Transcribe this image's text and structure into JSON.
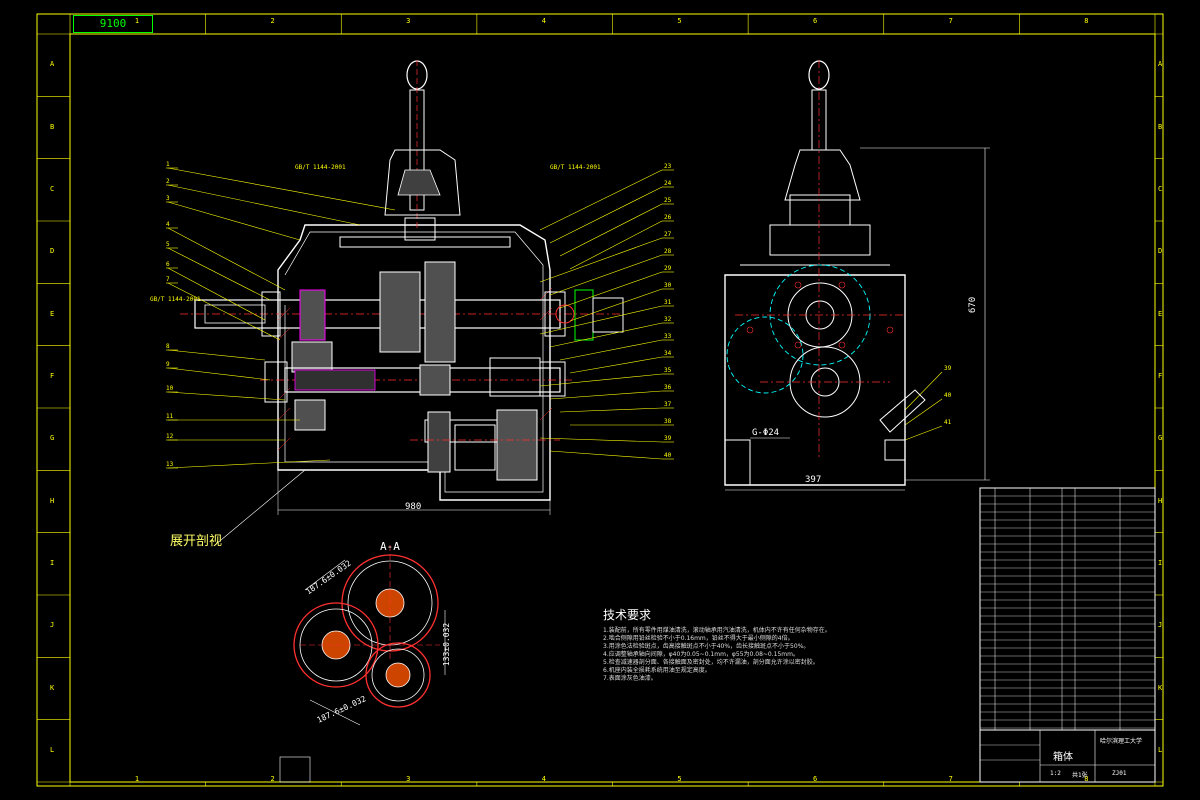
{
  "drawing": {
    "stamp": "9100",
    "view_label": "展开剖视",
    "section_label": "A-A",
    "border_cols": [
      "1",
      "2",
      "3",
      "4",
      "5",
      "6",
      "7",
      "8"
    ],
    "border_rows": [
      "A",
      "B",
      "C",
      "D",
      "E",
      "F",
      "G",
      "H",
      "I",
      "J",
      "K",
      "L"
    ],
    "dimensions": {
      "main_width": "980",
      "side_width": "397",
      "side_height": "670",
      "center_note": "G-Φ24",
      "sec_dim1": "187.6±0.032",
      "sec_dim2": "187.6±0.032",
      "sec_dim3": "133±0.032"
    },
    "fit_notes": {
      "left": "GB/T 1144-2001",
      "top_left": "GB/T 1144-2001",
      "top_right": "GB/T 1144-2001"
    },
    "part_numbers_left": [
      "1",
      "2",
      "3",
      "4",
      "5",
      "6",
      "7",
      "8",
      "9",
      "10",
      "11",
      "12",
      "13"
    ],
    "part_numbers_right": [
      "23",
      "24",
      "25",
      "26",
      "27",
      "28",
      "29",
      "30",
      "31",
      "32",
      "33",
      "34",
      "35",
      "36",
      "37",
      "38",
      "39",
      "40"
    ],
    "side_part_numbers": [
      "39",
      "40",
      "41"
    ],
    "tech_title": "技术要求",
    "tech_lines": [
      "1.装配前，所有零件用煤油清洗，滚动轴承用汽油清洗，机体内不许有任何杂物存在。",
      "2.啮合侧隙用铅丝检验不小于0.16mm，铅丝不得大于最小侧隙的4倍。",
      "3.用涂色法检验斑点，齿高接触斑点不小于40%，齿长接触斑点不小于50%。",
      "4.应调整轴承轴向间隙，φ40为0.05~0.1mm，φ55为0.08~0.15mm。",
      "5.检查减速器剖分面、各接触面及密封处，均不许漏油，剖分面允许涂以密封胶。",
      "6.机座内装全损耗系统用油至规定高度。",
      "7.表面涂灰色油漆。"
    ],
    "title_block": {
      "name": "箱体",
      "school": "哈尔滨理工大学",
      "drawing_no": "ZJ01",
      "scale": "1:2",
      "sheet": "共1张"
    }
  }
}
